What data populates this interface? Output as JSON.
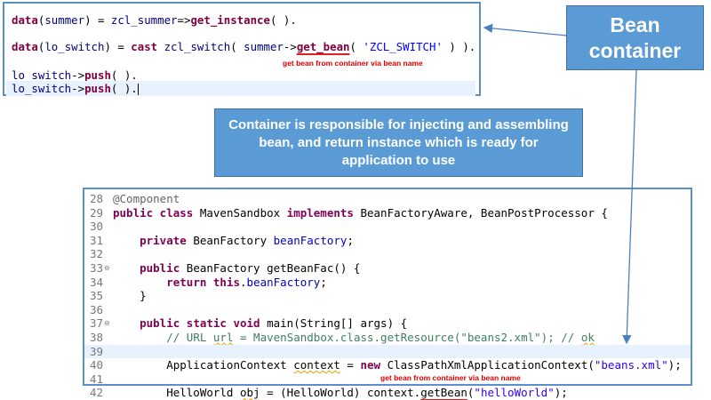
{
  "abap_code": {
    "line1": {
      "a": "data",
      "b": "(",
      "c": "summer",
      "d": ") = ",
      "e": "zcl_summer",
      "f": "=>",
      "g": "get_instance",
      "h": "( )."
    },
    "line2": {
      "a": "data",
      "b": "(",
      "c": "lo_switch",
      "d": ") = ",
      "e": "cast",
      "f": " zcl_switch",
      "g": "( ",
      "h": "summer",
      "i": "->",
      "j": "get_bean",
      "k": "( ",
      "l": "'ZCL_SWITCH'",
      "m": " ) )."
    },
    "line3": {
      "a": "lo_switch",
      "b": "->",
      "c": "push",
      "d": "( )."
    },
    "line4": {
      "a": "lo_switch",
      "b": "->",
      "c": "push",
      "d": "( )."
    }
  },
  "notes": {
    "abap_note": "get bean from container via bean name",
    "java_note": "get bean from container via bean name"
  },
  "callouts": {
    "bean_container_line1": "Bean",
    "bean_container_line2": "container",
    "description": "Container is responsible for injecting and assembling bean, and return instance which is ready for application to use"
  },
  "java_code": [
    {
      "num": "28",
      "tokens": [
        {
          "t": "@Component",
          "c": "ann"
        }
      ]
    },
    {
      "num": "29",
      "tokens": [
        {
          "t": "public class",
          "c": "kw"
        },
        {
          "t": " MavenSandbox "
        },
        {
          "t": "implements",
          "c": "kw"
        },
        {
          "t": " BeanFactoryAware, BeanPostProcessor {"
        }
      ]
    },
    {
      "num": "30",
      "tokens": []
    },
    {
      "num": "31",
      "tokens": [
        {
          "t": "    "
        },
        {
          "t": "private",
          "c": "kw"
        },
        {
          "t": " BeanFactory "
        },
        {
          "t": "beanFactory",
          "c": "field"
        },
        {
          "t": ";"
        }
      ]
    },
    {
      "num": "32",
      "tokens": []
    },
    {
      "num": "33",
      "fold": true,
      "tokens": [
        {
          "t": "    "
        },
        {
          "t": "public",
          "c": "kw"
        },
        {
          "t": " BeanFactory getBeanFac() {"
        }
      ]
    },
    {
      "num": "34",
      "tokens": [
        {
          "t": "        "
        },
        {
          "t": "return this",
          "c": "kw"
        },
        {
          "t": "."
        },
        {
          "t": "beanFactory",
          "c": "field"
        },
        {
          "t": ";"
        }
      ]
    },
    {
      "num": "35",
      "tokens": [
        {
          "t": "    }"
        }
      ]
    },
    {
      "num": "36",
      "tokens": []
    },
    {
      "num": "37",
      "fold": true,
      "tokens": [
        {
          "t": "    "
        },
        {
          "t": "public static void",
          "c": "kw"
        },
        {
          "t": " main(String[] args) {"
        }
      ]
    },
    {
      "num": "38",
      "tokens": [
        {
          "t": "        "
        },
        {
          "t": "// URL ",
          "c": "com"
        },
        {
          "t": "url",
          "c": "comsq"
        },
        {
          "t": " = MavenSandbox.class.getResource(\"beans2.xml\"); // ",
          "c": "com"
        },
        {
          "t": "ok",
          "c": "comsq"
        }
      ]
    },
    {
      "num": "39",
      "hl": true,
      "tokens": []
    },
    {
      "num": "40",
      "tokens": [
        {
          "t": "        ApplicationContext "
        },
        {
          "t": "context",
          "c": "sq"
        },
        {
          "t": " = "
        },
        {
          "t": "new",
          "c": "kw"
        },
        {
          "t": " ClassPathXmlApplicationContext("
        },
        {
          "t": "\"beans.xml\"",
          "c": "str"
        },
        {
          "t": ");"
        }
      ]
    },
    {
      "num": "41",
      "tokens": []
    },
    {
      "num": "42",
      "tokens": [
        {
          "t": "        HelloWorld "
        },
        {
          "t": "obj",
          "c": "sq"
        },
        {
          "t": " = (HelloWorld) context."
        },
        {
          "t": "getBean",
          "c": "ured"
        },
        {
          "t": "("
        },
        {
          "t": "\"helloWorld\"",
          "c": "str"
        },
        {
          "t": ");"
        }
      ]
    }
  ]
}
